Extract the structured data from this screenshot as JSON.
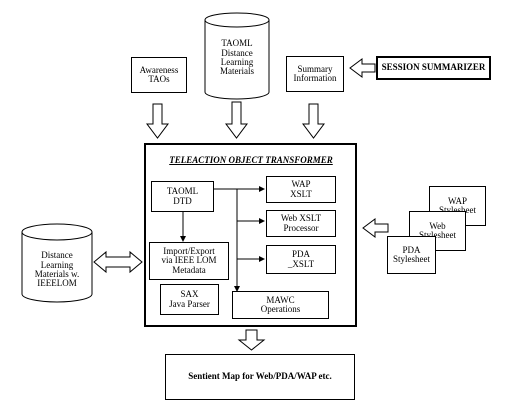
{
  "top": {
    "awareness": "Awareness\nTAOs",
    "taoml_db": "TAOML\nDistance\nLearning\nMaterials",
    "summary": "Summary\nInformation",
    "session_summarizer": "SESSION SUMMARIZER"
  },
  "transformer": {
    "title": "TELEACTION OBJECT TRANSFORMER",
    "taoml_dtd": "TAOML\nDTD",
    "wap_xslt": "WAP\nXSLT",
    "web_xslt": "Web XSLT\nProcessor",
    "pda_xslt": "PDA\n_XSLT",
    "import_export": "Import/Export\nvia IEEE LOM\nMetadata",
    "sax": "SAX\nJava Parser",
    "mawc": "MAWC\nOperations"
  },
  "left_db": "Distance\nLearning\nMaterials w.\nIEEELOM",
  "stylesheets": {
    "wap": "WAP\nStylesheet",
    "web": "Web\nStylesheet",
    "pda": "PDA\nStylesheet"
  },
  "output": "Sentient Map for Web/PDA/WAP etc."
}
